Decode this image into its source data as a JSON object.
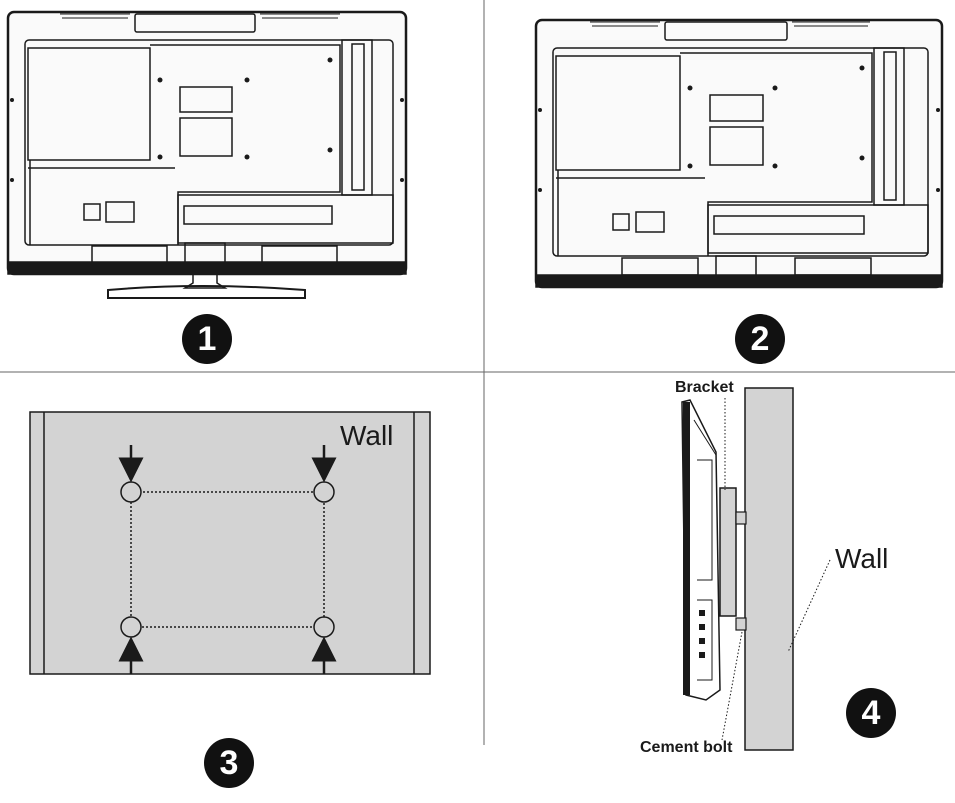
{
  "steps": [
    {
      "number": "1"
    },
    {
      "number": "2"
    },
    {
      "number": "3"
    },
    {
      "number": "4"
    }
  ],
  "panel3": {
    "wall_label": "Wall"
  },
  "panel4": {
    "bracket_label": "Bracket",
    "wall_label": "Wall",
    "cement_bolt_label": "Cement bolt"
  },
  "colors": {
    "wall_fill": "#d3d3d3",
    "badge_fill": "#111111",
    "line": "#1a1a1a"
  }
}
